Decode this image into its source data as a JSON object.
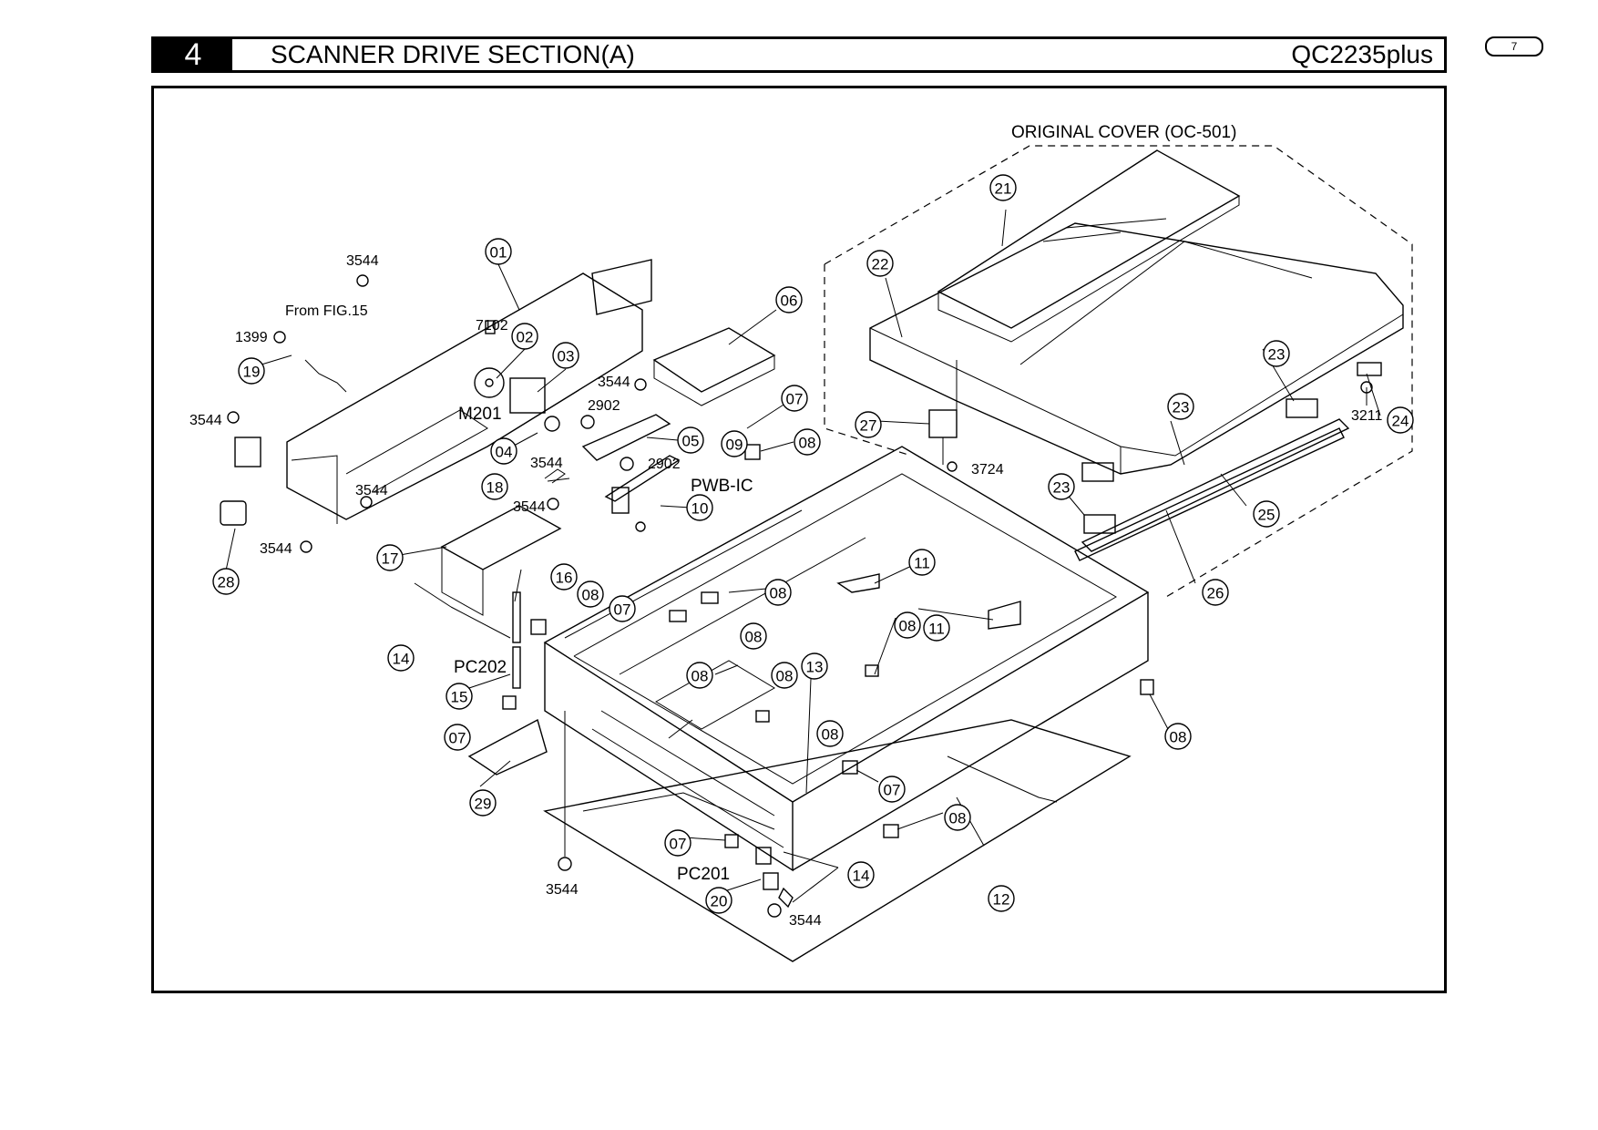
{
  "header": {
    "section_number": "4",
    "title": "SCANNER DRIVE SECTION(A)",
    "model": "QC2235plus"
  },
  "page_badge": "7",
  "diagram": {
    "cover_label": "ORIGINAL COVER (OC-501)",
    "callouts": [
      {
        "id": "c01",
        "text": "01"
      },
      {
        "id": "c02",
        "text": "02"
      },
      {
        "id": "c03",
        "text": "03"
      },
      {
        "id": "c04",
        "text": "04"
      },
      {
        "id": "c05",
        "text": "05"
      },
      {
        "id": "c06",
        "text": "06"
      },
      {
        "id": "c07a",
        "text": "07"
      },
      {
        "id": "c08a",
        "text": "08"
      },
      {
        "id": "c09",
        "text": "09"
      },
      {
        "id": "c10",
        "text": "10"
      },
      {
        "id": "c11a",
        "text": "11"
      },
      {
        "id": "c11b",
        "text": "11"
      },
      {
        "id": "c12",
        "text": "12"
      },
      {
        "id": "c13",
        "text": "13"
      },
      {
        "id": "c14a",
        "text": "14"
      },
      {
        "id": "c14b",
        "text": "14"
      },
      {
        "id": "c15",
        "text": "15"
      },
      {
        "id": "c16",
        "text": "16"
      },
      {
        "id": "c17",
        "text": "17"
      },
      {
        "id": "c18",
        "text": "18"
      },
      {
        "id": "c19",
        "text": "19"
      },
      {
        "id": "c20",
        "text": "20"
      },
      {
        "id": "c21",
        "text": "21"
      },
      {
        "id": "c22",
        "text": "22"
      },
      {
        "id": "c23a",
        "text": "23"
      },
      {
        "id": "c23b",
        "text": "23"
      },
      {
        "id": "c23c",
        "text": "23"
      },
      {
        "id": "c24",
        "text": "24"
      },
      {
        "id": "c25",
        "text": "25"
      },
      {
        "id": "c26",
        "text": "26"
      },
      {
        "id": "c27",
        "text": "27"
      },
      {
        "id": "c28",
        "text": "28"
      },
      {
        "id": "c29",
        "text": "29"
      },
      {
        "id": "c07b",
        "text": "07"
      },
      {
        "id": "c07c",
        "text": "07"
      },
      {
        "id": "c07d",
        "text": "07"
      },
      {
        "id": "c07e",
        "text": "07"
      },
      {
        "id": "c08b",
        "text": "08"
      },
      {
        "id": "c08c",
        "text": "08"
      },
      {
        "id": "c08d",
        "text": "08"
      },
      {
        "id": "c08e",
        "text": "08"
      },
      {
        "id": "c08f",
        "text": "08"
      },
      {
        "id": "c08g",
        "text": "08"
      },
      {
        "id": "c08h",
        "text": "08"
      },
      {
        "id": "c08i",
        "text": "08"
      },
      {
        "id": "c08j",
        "text": "08"
      }
    ],
    "labels": [
      {
        "id": "l3544a",
        "text": "3544"
      },
      {
        "id": "lfrom",
        "text": "From FIG.15"
      },
      {
        "id": "l1399",
        "text": "1399"
      },
      {
        "id": "l3544b",
        "text": "3544"
      },
      {
        "id": "l7102",
        "text": "7102"
      },
      {
        "id": "lm201",
        "text": "M201"
      },
      {
        "id": "l3544c",
        "text": "3544"
      },
      {
        "id": "l2902a",
        "text": "2902"
      },
      {
        "id": "l2902b",
        "text": "2902"
      },
      {
        "id": "l3544d",
        "text": "3544"
      },
      {
        "id": "l3544e",
        "text": "3544"
      },
      {
        "id": "l3544f",
        "text": "3544"
      },
      {
        "id": "l3544g",
        "text": "3544"
      },
      {
        "id": "lpwb",
        "text": "PWB-IC"
      },
      {
        "id": "lpc202",
        "text": "PC202"
      },
      {
        "id": "lpc201",
        "text": "PC201"
      },
      {
        "id": "l3544h",
        "text": "3544"
      },
      {
        "id": "l3544i",
        "text": "3544"
      },
      {
        "id": "l3724",
        "text": "3724"
      },
      {
        "id": "l3211",
        "text": "3211"
      }
    ]
  }
}
